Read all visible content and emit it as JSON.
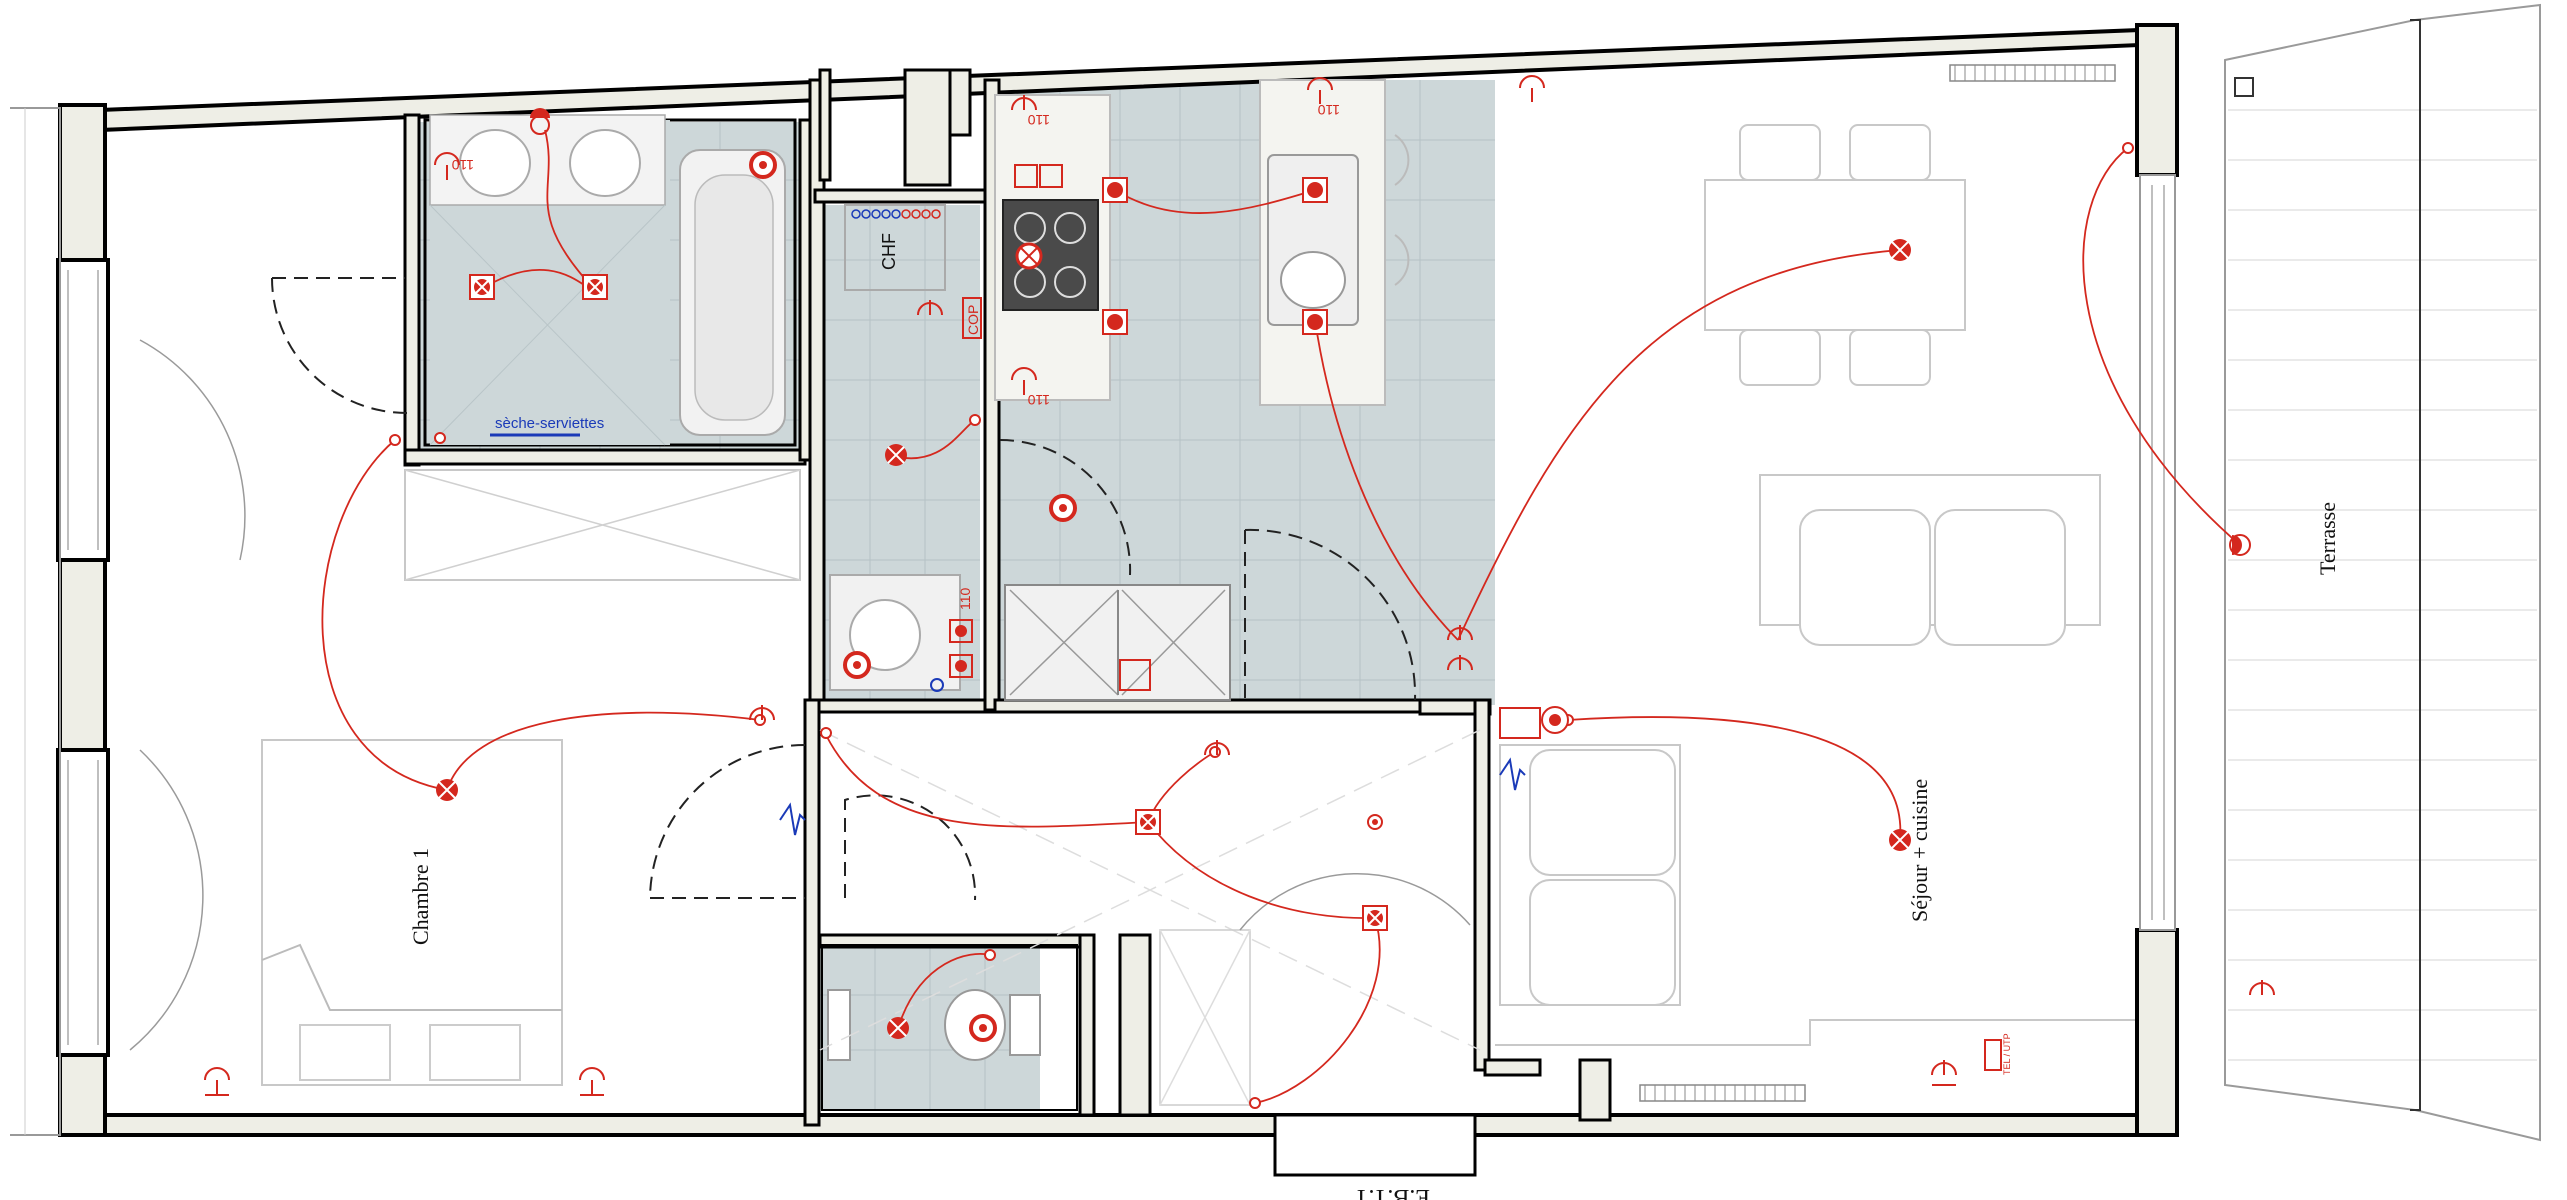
{
  "rooms": {
    "chambre": "Chambre 1",
    "sejour": "Séjour + cuisine",
    "terrasse": "Terrasse"
  },
  "labels": {
    "chf": "CHF",
    "cop": "COP",
    "radiator": "sèche-serviettes",
    "ebt": "E.B.T.T",
    "tel": "TEL / UTP"
  },
  "circuit_labels": [
    "110",
    "110",
    "110",
    "110",
    "110"
  ],
  "colors": {
    "wire": "#d4281e",
    "tile": "#cdd7d9",
    "wall": "#000000",
    "blue_symbol": "#1a3ab8"
  },
  "icons": [
    "light-point-icon",
    "socket-icon",
    "switch-icon",
    "wall-light-icon",
    "thermostat-icon"
  ]
}
